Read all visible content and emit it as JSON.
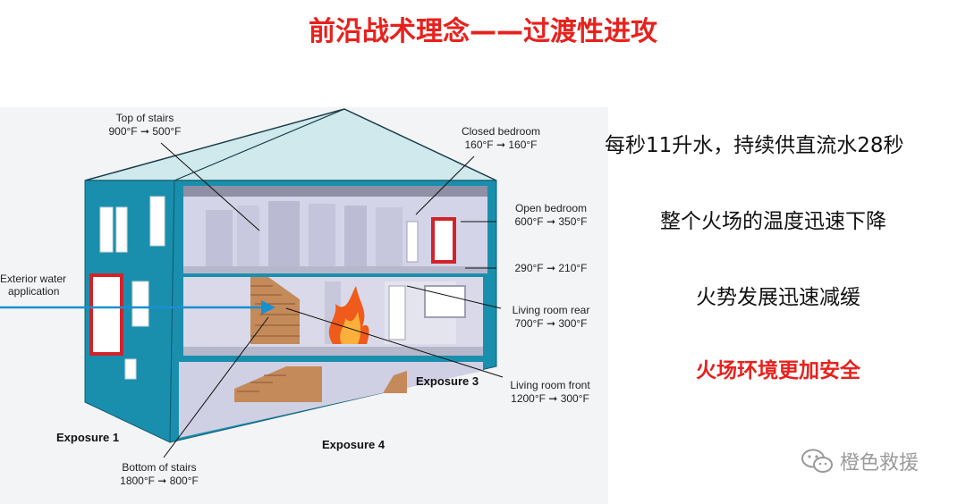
{
  "title": "前沿战术理念——过渡性进攻",
  "diagram": {
    "exterior_water": [
      "Exterior water",
      "application"
    ],
    "top_of_stairs": {
      "label": "Top of stairs",
      "temps": "900°F ➞ 500°F"
    },
    "closed_bedroom": {
      "label": "Closed bedroom",
      "temps": "160°F ➞ 160°F"
    },
    "open_bedroom": {
      "label": "Open bedroom",
      "temps": "600°F ➞ 350°F"
    },
    "hallway_temps": "290°F ➞ 210°F",
    "living_room_rear": {
      "label": "Living room rear",
      "temps": "700°F ➞ 300°F"
    },
    "living_room_front": {
      "label": "Living room front",
      "temps": "1200°F ➞ 300°F"
    },
    "bottom_of_stairs": {
      "label": "Bottom of stairs",
      "temps": "1800°F ➞ 800°F"
    },
    "exposure_1": "Exposure 1",
    "exposure_3": "Exposure 3",
    "exposure_4": "Exposure 4",
    "colors": {
      "wall": "#1a8fad",
      "interior": "#d4d4e8",
      "fire": "#f05a1a",
      "window_frame": "#d2232a"
    }
  },
  "bullets": [
    "每秒11升水，持续供直流水28秒",
    "整个火场的温度迅速下降",
    "火势发展迅速减缓",
    "火场环境更加安全"
  ],
  "watermark": "橙色救援",
  "watermark_icon": "wechat-icon"
}
